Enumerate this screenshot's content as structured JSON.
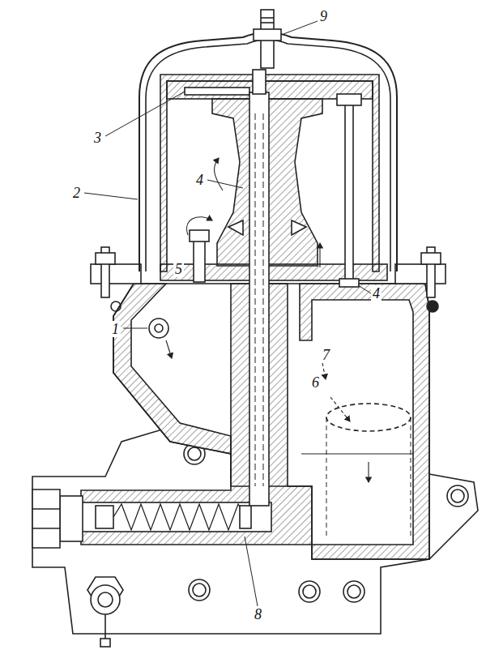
{
  "diagram": {
    "labels": [
      "9",
      "3",
      "2",
      "4",
      "5",
      "4",
      "1",
      "7",
      "6",
      "8"
    ]
  }
}
